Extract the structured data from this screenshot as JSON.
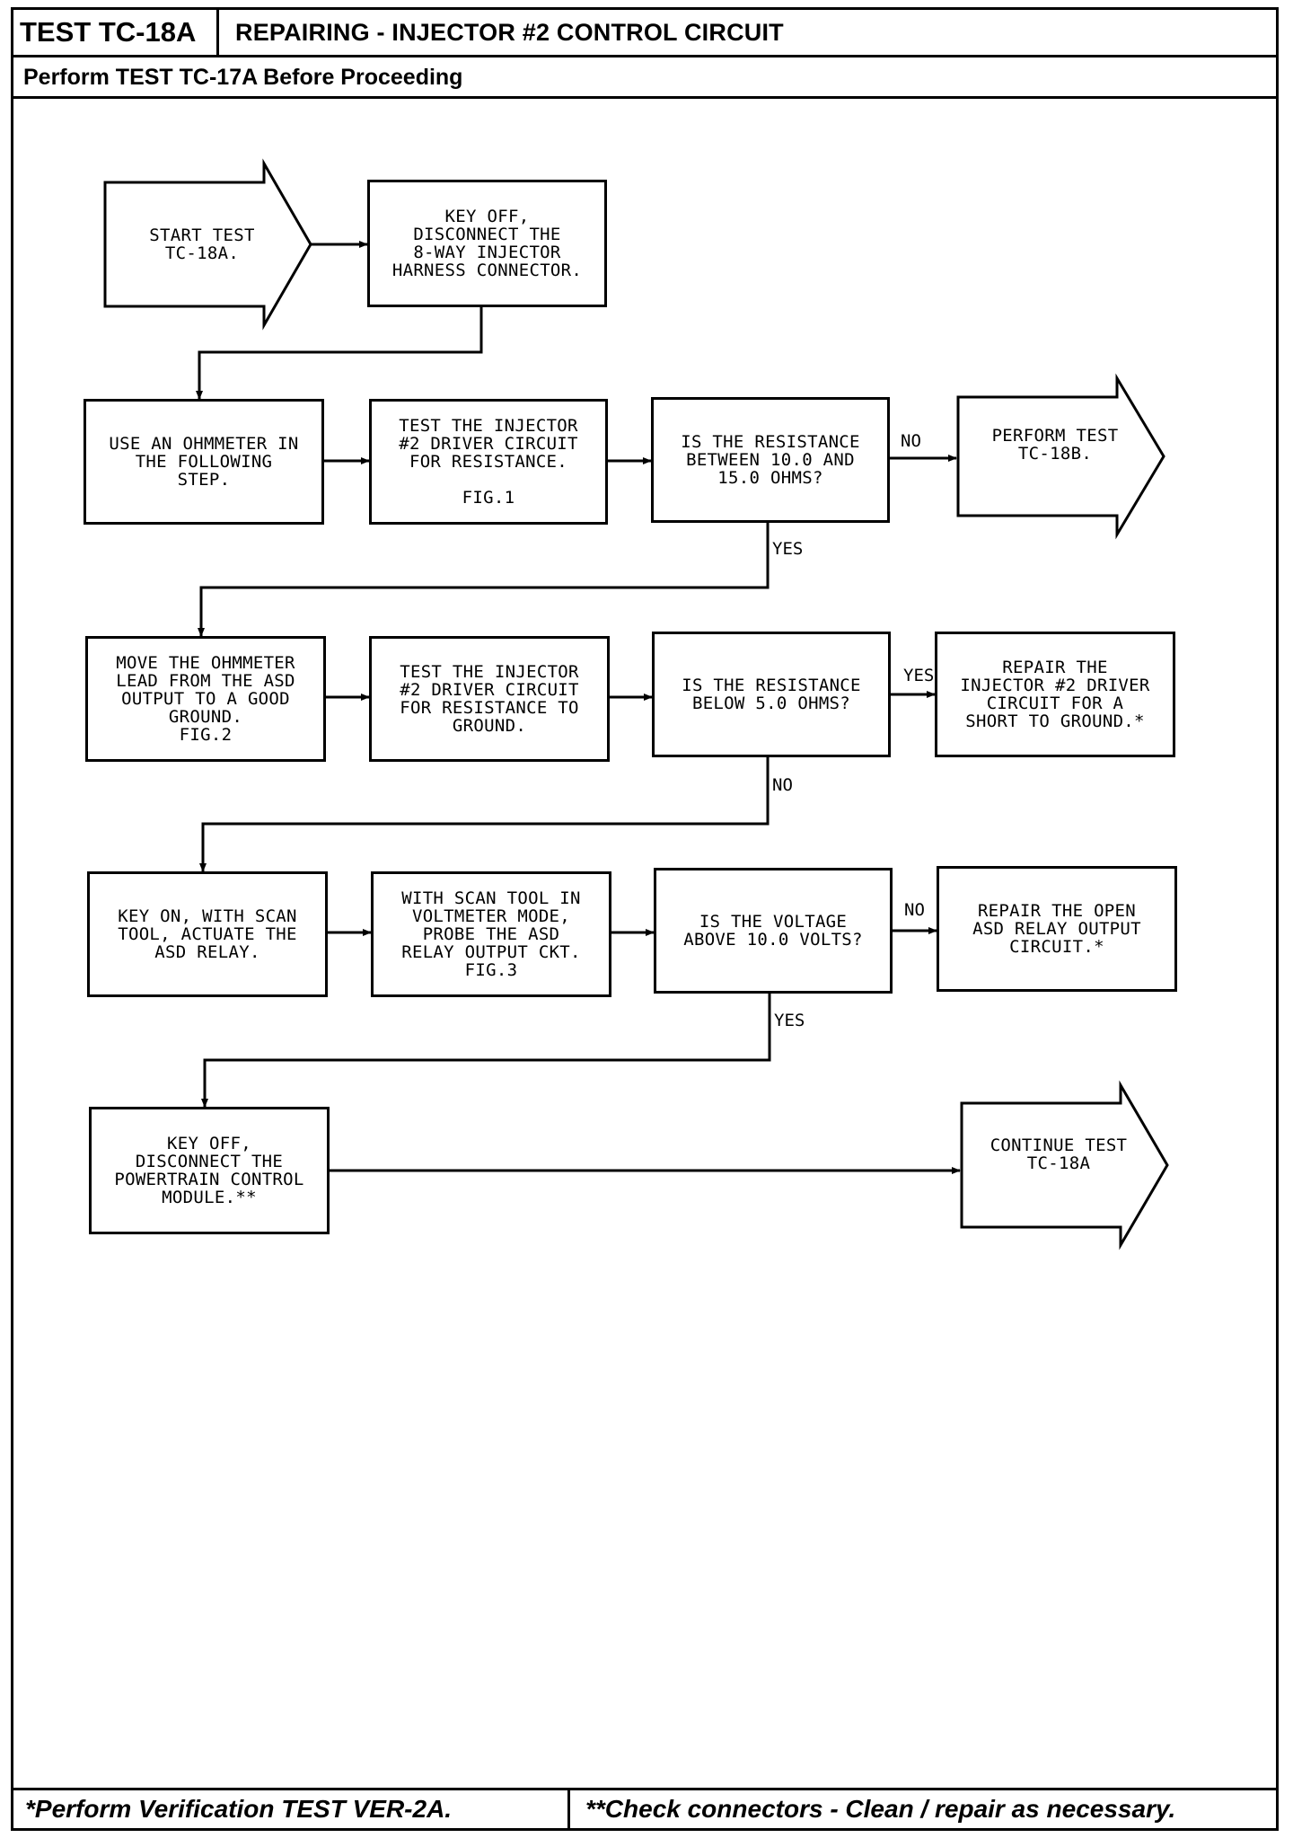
{
  "header": {
    "test_id": "TEST TC-18A",
    "title": "REPAIRING - INJECTOR #2 CONTROL CIRCUIT",
    "prerequisite": "Perform TEST TC-17A Before Proceeding"
  },
  "flow": {
    "start": "START TEST\nTC-18A.",
    "step_key_off_disconnect": "KEY OFF,\nDISCONNECT THE\n8-WAY INJECTOR\nHARNESS CONNECTOR.",
    "step_use_ohmmeter": "USE AN OHMMETER IN\nTHE FOLLOWING\nSTEP.",
    "step_test_resistance": "TEST THE INJECTOR\n#2 DRIVER CIRCUIT\nFOR RESISTANCE.\n\nFIG.1",
    "q_resistance_range": "IS THE RESISTANCE\nBETWEEN 10.0 AND\n15.0 OHMS?",
    "perform_tc18b": "PERFORM TEST\nTC-18B.",
    "step_move_lead": "MOVE THE OHMMETER\nLEAD FROM THE ASD\nOUTPUT TO A GOOD\nGROUND.\nFIG.2",
    "step_test_ground": "TEST THE INJECTOR\n#2 DRIVER CIRCUIT\nFOR RESISTANCE TO\nGROUND.",
    "q_resistance_below": "IS THE RESISTANCE\nBELOW 5.0 OHMS?",
    "repair_short": "REPAIR THE\nINJECTOR #2 DRIVER\nCIRCUIT FOR A\nSHORT TO GROUND.*",
    "step_key_on": "KEY ON, WITH SCAN\nTOOL, ACTUATE THE\nASD RELAY.",
    "step_probe": "WITH SCAN TOOL IN\nVOLTMETER MODE,\nPROBE THE ASD\nRELAY OUTPUT CKT.\nFIG.3",
    "q_voltage": "IS THE VOLTAGE\nABOVE 10.0 VOLTS?",
    "repair_open": "REPAIR THE OPEN\nASD RELAY OUTPUT\nCIRCUIT.*",
    "step_disconnect_pcm": "KEY OFF,\nDISCONNECT THE\nPOWERTRAIN CONTROL\nMODULE.**",
    "continue": "CONTINUE TEST\nTC-18A"
  },
  "labels": {
    "no_1": "NO",
    "yes_1": "YES",
    "yes_2": "YES",
    "no_2": "NO",
    "no_3": "NO",
    "yes_3": "YES"
  },
  "footer": {
    "note_left": "*Perform Verification TEST VER-2A.",
    "note_right": "**Check connectors - Clean / repair as necessary."
  }
}
